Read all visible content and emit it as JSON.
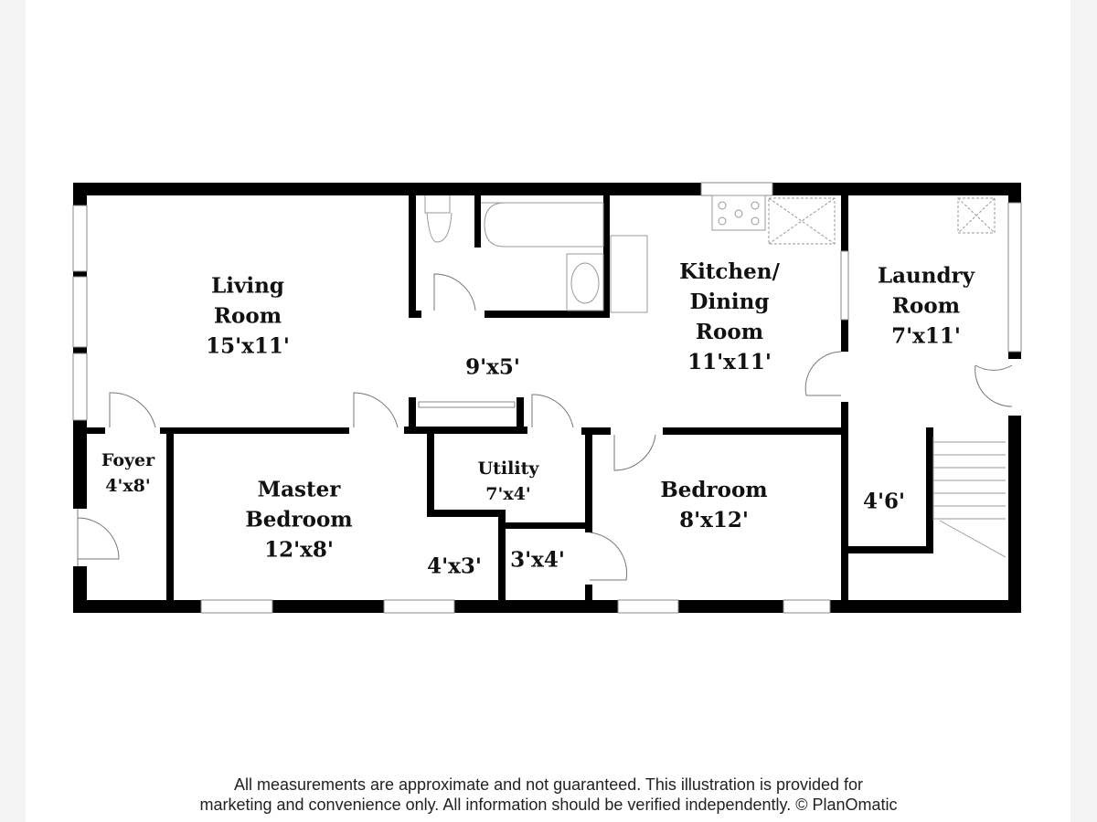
{
  "rooms": {
    "living": {
      "name1": "Living",
      "name2": "Room",
      "size": "15'x11'"
    },
    "hall": {
      "size": "9'x5'"
    },
    "kitchen": {
      "name1": "Kitchen/",
      "name2": "Dining",
      "name3": "Room",
      "size": "11'x11'"
    },
    "laundry": {
      "name1": "Laundry",
      "name2": "Room",
      "size": "7'x11'"
    },
    "foyer": {
      "name": "Foyer",
      "size": "4'x8'"
    },
    "master": {
      "name1": "Master",
      "name2": "Bedroom",
      "size": "12'x8'"
    },
    "master_closet": {
      "size": "4'x3'"
    },
    "utility": {
      "name": "Utility",
      "size": "7'x4'"
    },
    "closet": {
      "size": "3'x4'"
    },
    "bedroom": {
      "name": "Bedroom",
      "size": "8'x12'"
    },
    "laundry_hall": {
      "size": "4'6'"
    }
  },
  "footer": {
    "line1": "All measurements are approximate and not guaranteed. This illustration is provided for",
    "line2": "marketing and convenience only. All information should be verified independently. © PlanOmatic"
  }
}
